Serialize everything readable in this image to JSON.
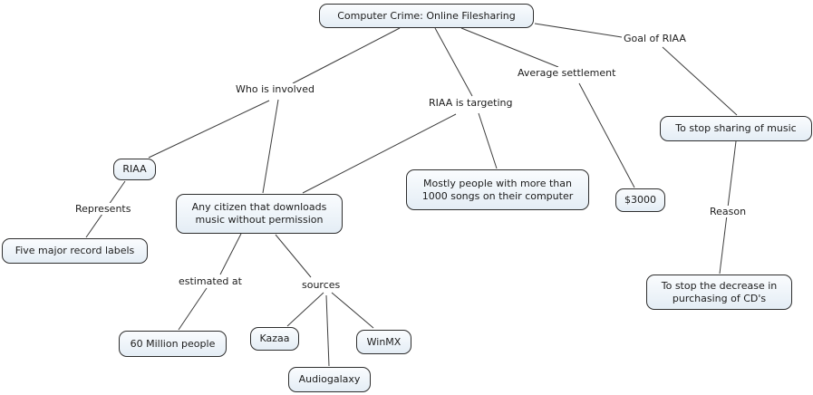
{
  "diagram": {
    "nodes": {
      "root": {
        "label": "Computer Crime: Online Filesharing"
      },
      "riaa": {
        "label": "RIAA"
      },
      "any_citizen": {
        "label": "Any citizen that downloads music without permission"
      },
      "mostly_people": {
        "label": "Mostly people with more than 1000 songs on their computer"
      },
      "three_thousand": {
        "label": "$3000"
      },
      "stop_sharing": {
        "label": "To stop sharing of music"
      },
      "five_labels": {
        "label": "Five major record labels"
      },
      "sixty_million": {
        "label": "60 Million people"
      },
      "kazaa": {
        "label": "Kazaa"
      },
      "audiogalaxy": {
        "label": "Audiogalaxy"
      },
      "winmx": {
        "label": "WinMX"
      },
      "stop_decrease": {
        "label": "To stop the decrease in purchasing of CD's"
      }
    },
    "link_labels": {
      "who_involved": {
        "text": "Who is involved"
      },
      "riaa_targeting": {
        "text": "RIAA is targeting"
      },
      "avg_settlement": {
        "text": "Average settlement"
      },
      "goal_riaa": {
        "text": "Goal of RIAA"
      },
      "represents": {
        "text": "Represents"
      },
      "estimated_at": {
        "text": "estimated at"
      },
      "sources": {
        "text": "sources"
      },
      "reason": {
        "text": "Reason"
      }
    },
    "edges": [
      {
        "from": "root",
        "label": "Who is involved",
        "to": [
          "riaa",
          "any_citizen"
        ]
      },
      {
        "from": "root",
        "label": "RIAA is targeting",
        "to": [
          "any_citizen",
          "mostly_people"
        ]
      },
      {
        "from": "root",
        "label": "Average settlement",
        "to": [
          "three_thousand"
        ]
      },
      {
        "from": "root",
        "label": "Goal of RIAA",
        "to": [
          "stop_sharing"
        ]
      },
      {
        "from": "riaa",
        "label": "Represents",
        "to": [
          "five_labels"
        ]
      },
      {
        "from": "any_citizen",
        "label": "estimated at",
        "to": [
          "sixty_million"
        ]
      },
      {
        "from": "any_citizen",
        "label": "sources",
        "to": [
          "kazaa",
          "audiogalaxy",
          "winmx"
        ]
      },
      {
        "from": "stop_sharing",
        "label": "Reason",
        "to": [
          "stop_decrease"
        ]
      }
    ],
    "colors": {
      "canvas_background": "#ffffff",
      "node_fill_top": "#fafcfe",
      "node_fill_bottom": "#e4edf5",
      "node_border": "#2e2e2e",
      "line": "#3d3d3d",
      "text": "#1c1c1c"
    }
  }
}
